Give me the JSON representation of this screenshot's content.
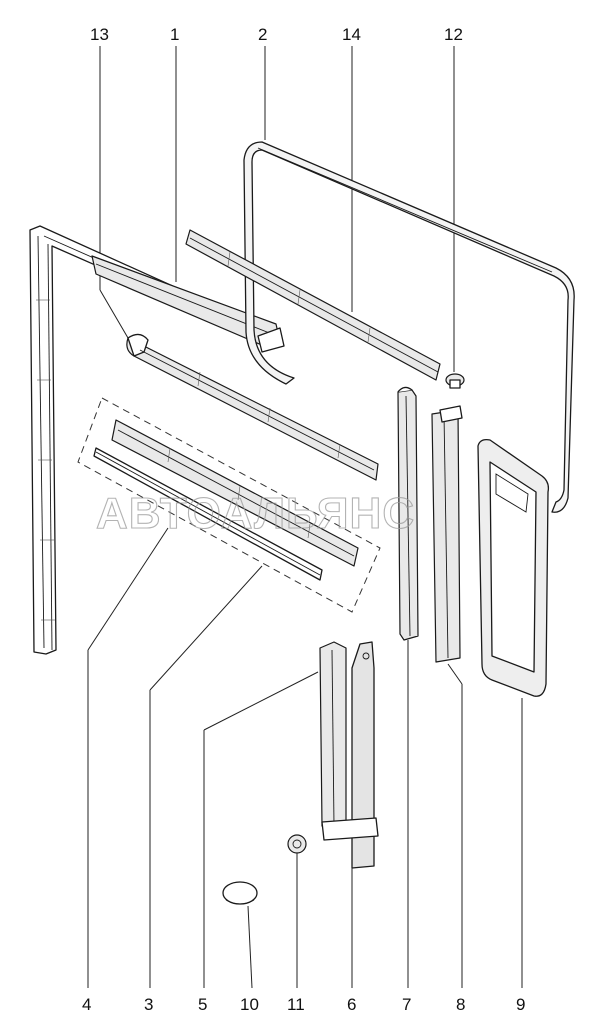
{
  "callouts_top": [
    "13",
    "1",
    "2",
    "14",
    "12"
  ],
  "callouts_bottom": [
    "4",
    "3",
    "5",
    "10",
    "11",
    "6",
    "7",
    "8",
    "9"
  ],
  "watermark": "АВТОАЛЬЯНС"
}
